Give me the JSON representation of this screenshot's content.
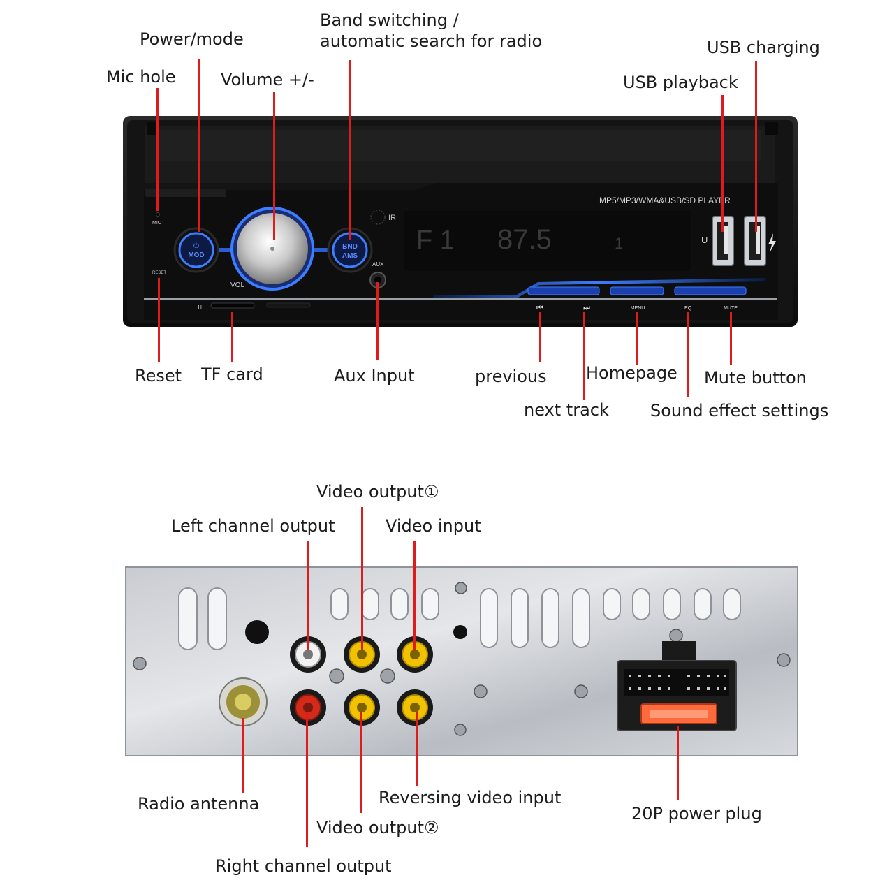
{
  "front": {
    "callouts": {
      "band": "Band switching /",
      "band2": "automatic search for radio",
      "power": "Power/mode",
      "usb_charging": "USB charging",
      "mic": "Mic hole",
      "volume": "Volume +/-",
      "usb_playback": "USB playback",
      "reset": "Reset",
      "tf": "TF card",
      "aux": "Aux Input",
      "previous": "previous",
      "homepage": "Homepage",
      "mute": "Mute button",
      "next": "next track",
      "sound": "Sound effect settings"
    },
    "panel": {
      "player_label": "MP5/MP3/WMA&USB/SD PLAYER",
      "mic": "MIC",
      "reset": "RESET",
      "mod_top": "⏻",
      "mod": "MOD",
      "vol": "VOL",
      "bnd": "BND",
      "ams": "AMS",
      "aux": "AUX",
      "ir": "IR",
      "tf": "TF",
      "usb_u": "U",
      "display_band": "F 1",
      "display_freq": "87.5",
      "display_ch": "1",
      "prev_icon": "⏮",
      "next_icon": "⏭",
      "menu": "MENU",
      "eq": "EQ",
      "mute": "MUTE"
    }
  },
  "rear": {
    "callouts": {
      "video1": "Video output①",
      "left": "Left channel output",
      "video_in": "Video input",
      "antenna": "Radio antenna",
      "reversing": "Reversing video input",
      "power_plug": "20P power plug",
      "video2": "Video output②",
      "right": "Right channel output"
    }
  },
  "colors": {
    "line": "#e01b1b",
    "accent_blue": "#2f6cf5",
    "rca_white": "#f2f2f2",
    "rca_yellow": "#f2c200",
    "rca_red": "#d42a1a",
    "fuse": "#ff6a3d"
  }
}
